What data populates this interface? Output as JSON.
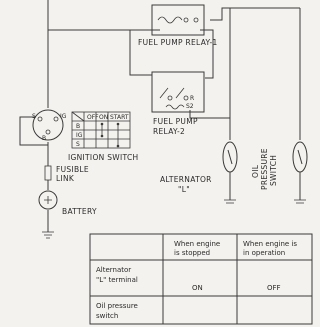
{
  "diagram": {
    "relay1_label": "FUEL PUMP RELAY-1",
    "relay2_label_line1": "FUEL PUMP",
    "relay2_label_line2": "RELAY-2",
    "relay2_pin_r": "R",
    "relay2_pin_s": "S2",
    "ignition_label": "IGNITION SWITCH",
    "switch_pin_s": "S",
    "switch_pin_ig": "IG",
    "switch_pin_b": "B",
    "switch_table_headers": [
      "OFF",
      "ON",
      "START"
    ],
    "switch_table_rows": [
      "B",
      "IG",
      "S"
    ],
    "fusible_label_line1": "FUSIBLE",
    "fusible_label_line2": "LINK",
    "battery_label": "BATTERY",
    "alternator_label_line1": "ALTERNATOR",
    "alternator_label_line2": "\"L\"",
    "oil_label": [
      "OIL",
      "PRESSURE",
      "SWITCH"
    ]
  },
  "table": {
    "col_headers": [
      "When engine is stopped",
      "When engine is in operation"
    ],
    "rows": [
      {
        "label_line1": "Alternator",
        "label_line2": "\"L\" terminal",
        "stopped": "ON",
        "operation": "OFF"
      },
      {
        "label_line1": "Oil pressure",
        "label_line2": "switch",
        "stopped": "",
        "operation": ""
      }
    ]
  }
}
